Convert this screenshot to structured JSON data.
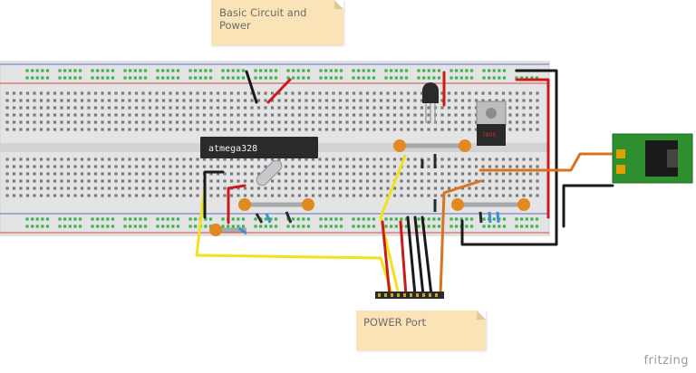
{
  "notes": {
    "top_line1": "Basic Circuit and",
    "top_line2": "Power",
    "bottom": "POWER Port"
  },
  "chip_label": "atmega328",
  "regulator_label": "7805",
  "brand": "fritzing",
  "colors": {
    "wire_red": "#cc1a1a",
    "wire_black": "#1a1a1a",
    "wire_yellow": "#f2e21c",
    "wire_orange": "#d9731f",
    "breadboard": "#e6e6e6",
    "hole_green": "#3fb34a",
    "note_bg": "#fbe3b8",
    "power_board": "#2f8f2f"
  }
}
